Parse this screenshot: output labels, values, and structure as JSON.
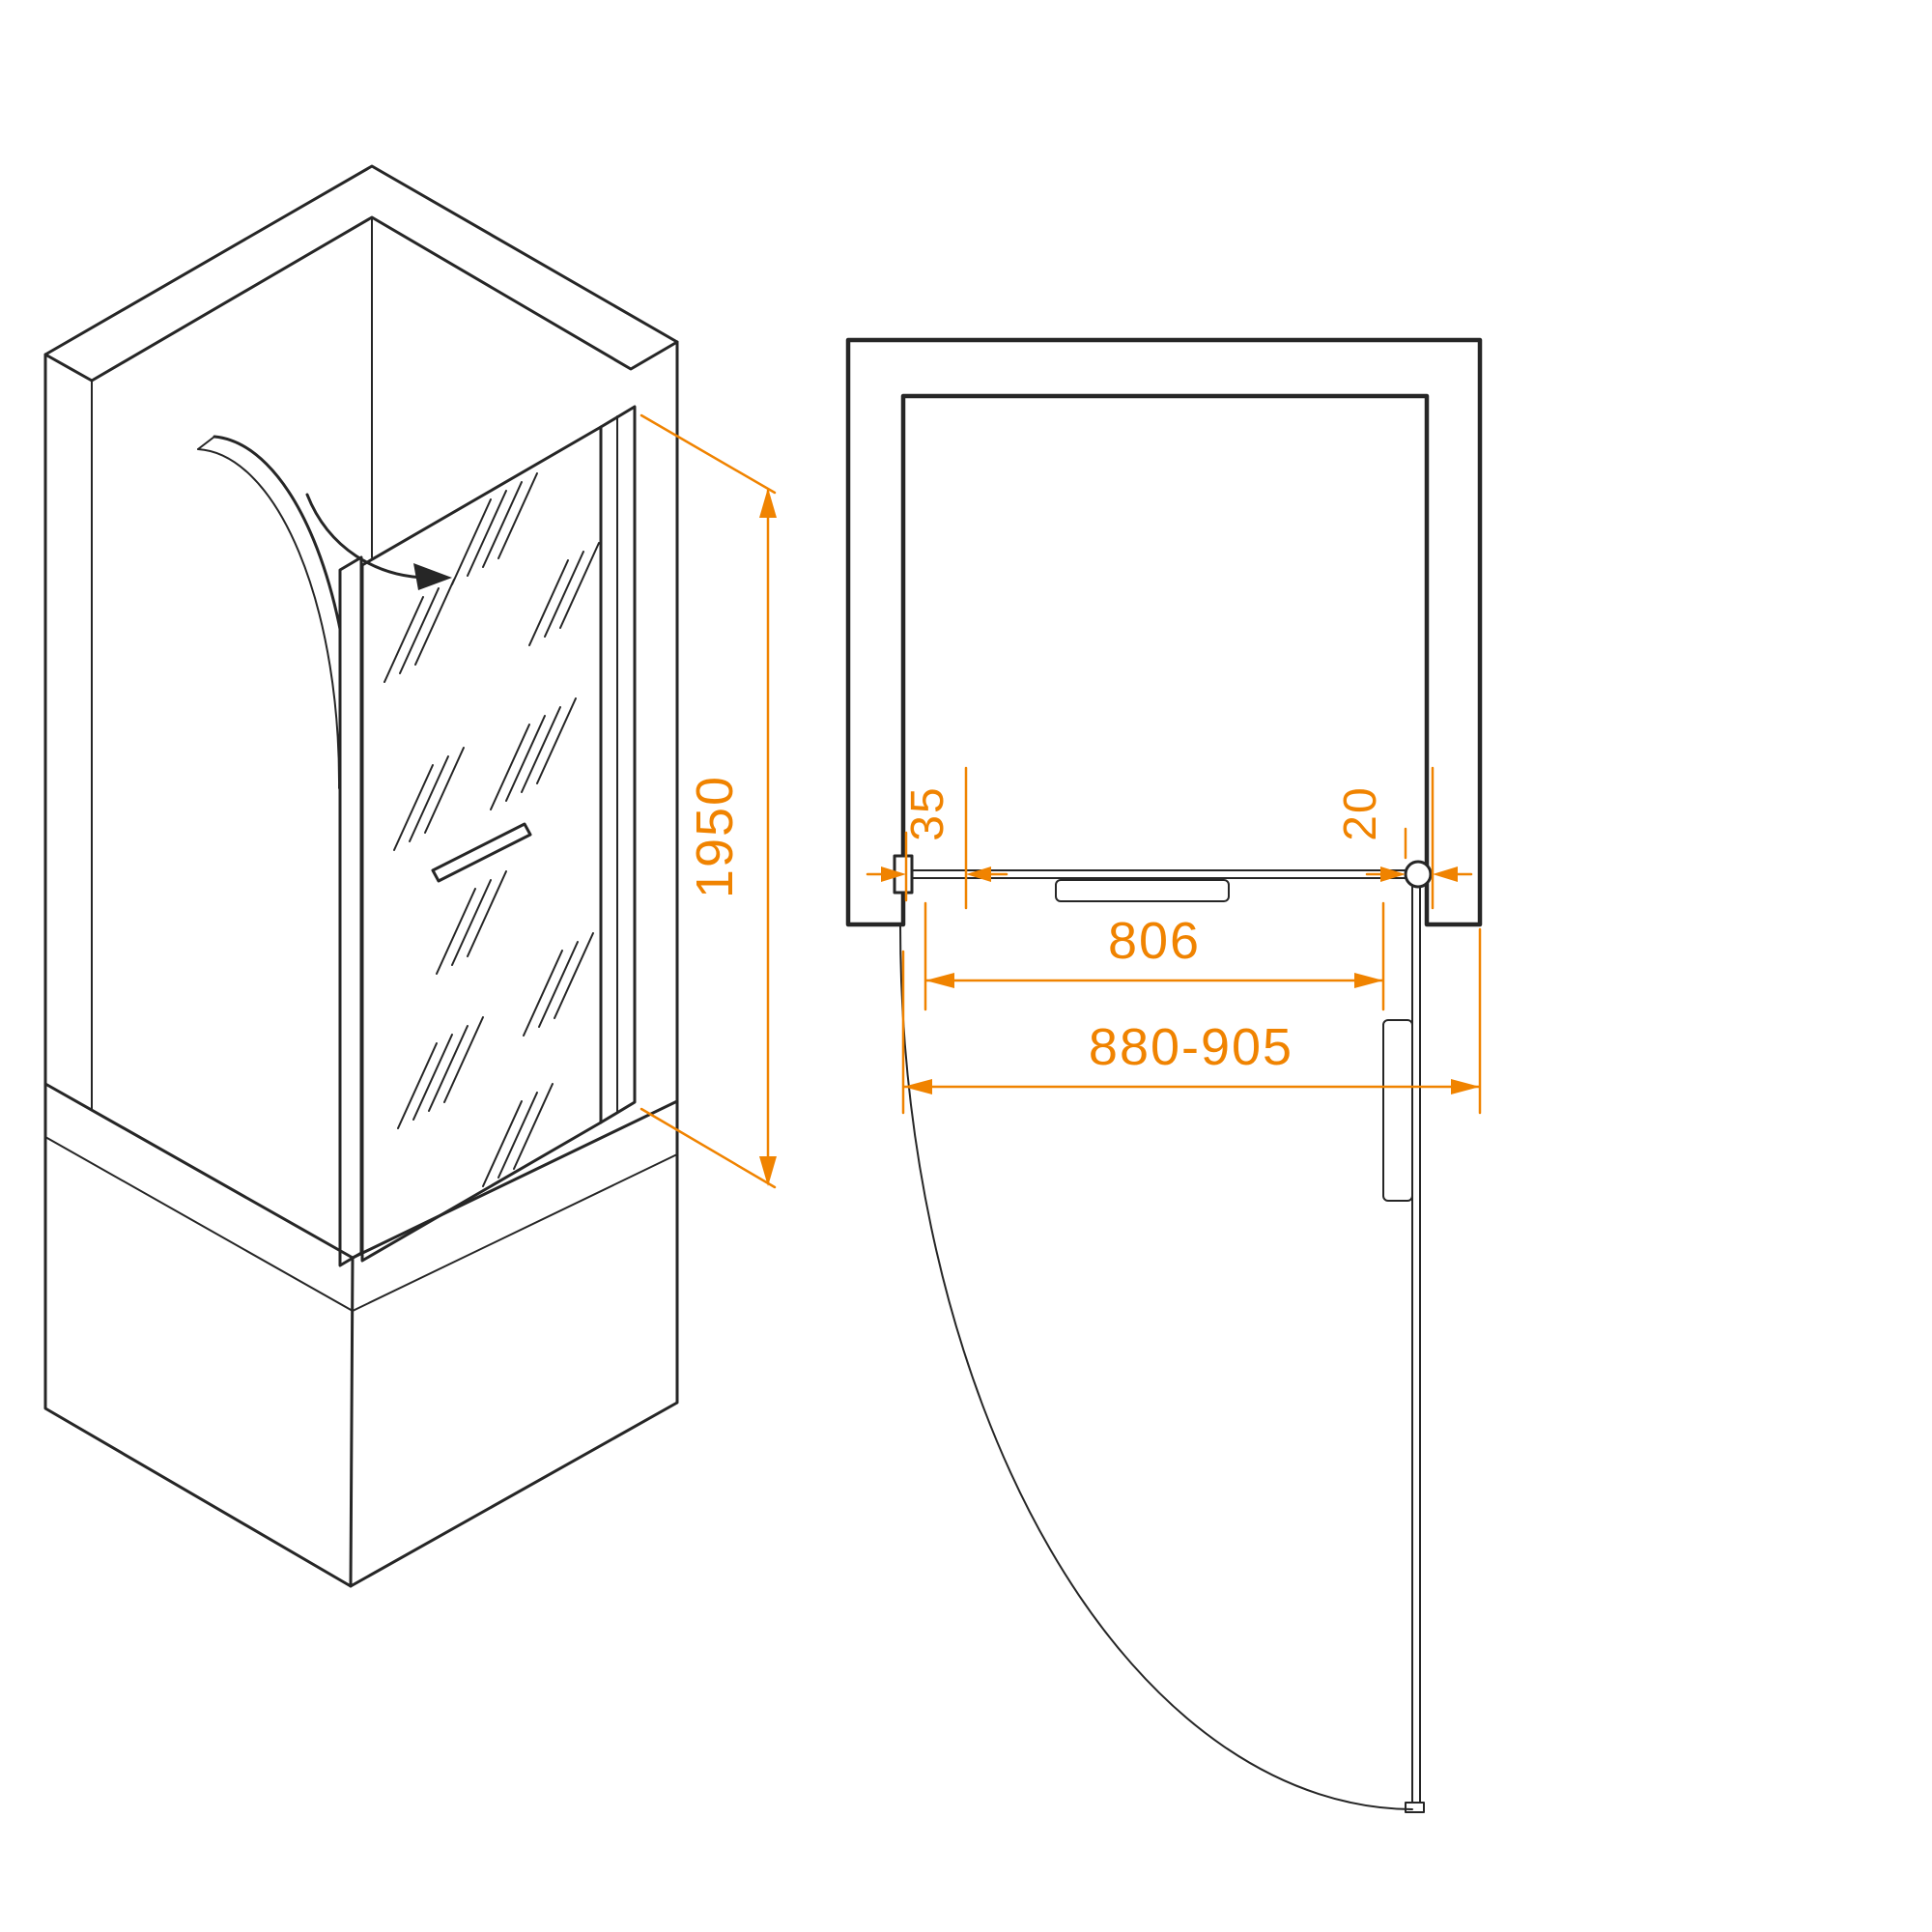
{
  "colors": {
    "accent": "#F08300",
    "line": "#262626",
    "background": "#FFFFFF"
  },
  "dimensions": {
    "height": "1950",
    "glass_width": "806",
    "overall_width": "880-905",
    "wall_profile": "35",
    "gap": "20"
  }
}
